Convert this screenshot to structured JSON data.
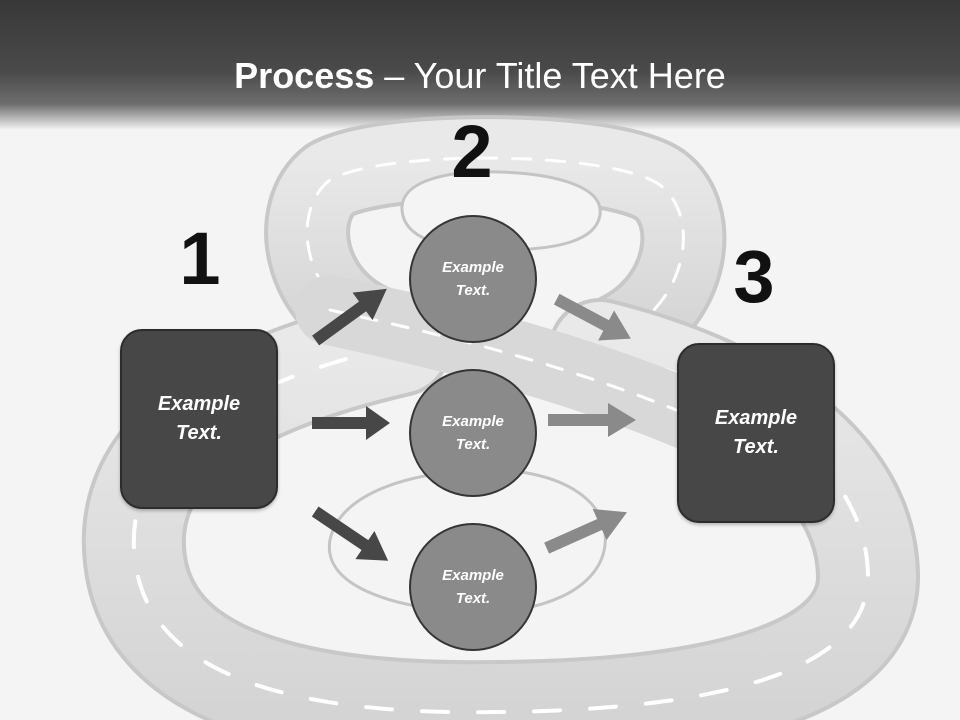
{
  "title": {
    "bold": "Process",
    "rest": " – Your Title Text Here"
  },
  "steps": {
    "one": {
      "number": "1",
      "label": "Example Text."
    },
    "two": {
      "number": "2"
    },
    "three": {
      "number": "3",
      "label": "Example Text."
    }
  },
  "circles": {
    "top": "Example Text.",
    "middle": "Example Text.",
    "bottom": "Example Text."
  },
  "colors": {
    "header": "#3a3a3a",
    "box": "#474747",
    "circle": "#8a8a8a",
    "arrow_dark": "#474747",
    "arrow_light": "#8a8a8a",
    "road": "#dedede"
  }
}
